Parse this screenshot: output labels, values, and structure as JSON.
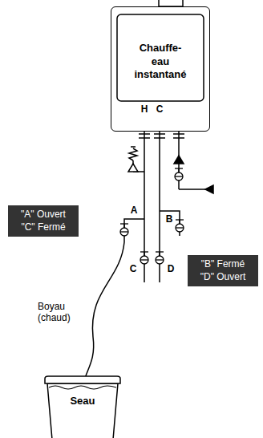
{
  "diagram": {
    "nodes": [
      {
        "text": [
          "Chauffe- eau instantané"
        ]
      },
      {
        "text": [
          "\"A\" Ouvert \"C\" Fermé"
        ]
      },
      {
        "text": [
          "\"B\" Fermé \"D\" Ouvert"
        ]
      },
      {
        "text": [
          "Seau"
        ]
      }
    ],
    "labels": [
      "H",
      "C",
      "A",
      "B",
      "C",
      "D",
      "Boyau (chaud)"
    ]
  }
}
